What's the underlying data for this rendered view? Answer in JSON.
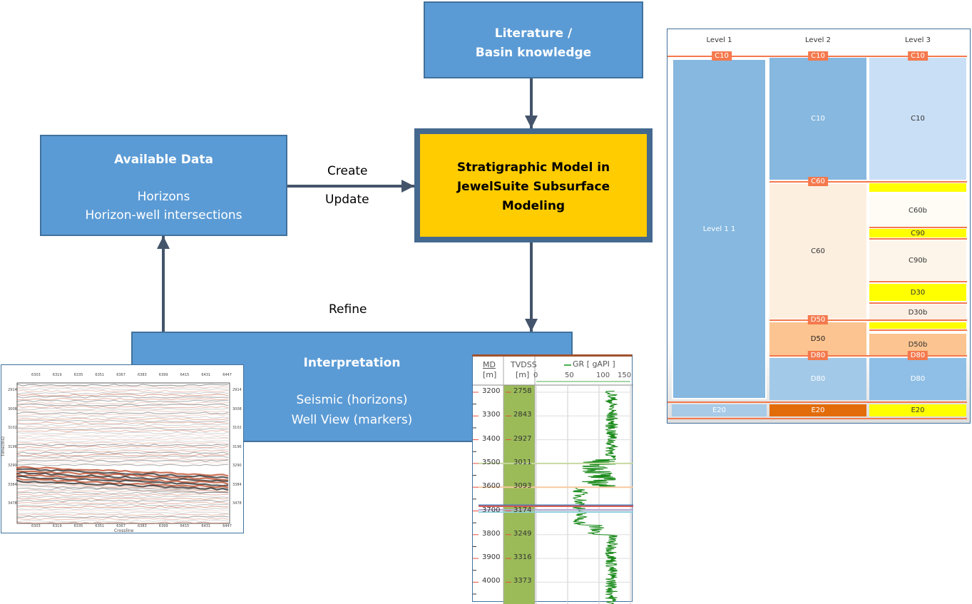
{
  "literature": {
    "line1": "Literature /",
    "line2": "Basin knowledge"
  },
  "available": {
    "title": "Available Data",
    "items": [
      "Horizons",
      "Horizon-well intersections"
    ]
  },
  "model": {
    "line1": "Stratigraphic Model in",
    "line2": "JewelSuite Subsurface",
    "line3": "Modeling"
  },
  "interpretation": {
    "title": "Interpretation",
    "items": [
      "Seismic (horizons)",
      "Well View (markers)"
    ]
  },
  "edges": {
    "create": "Create",
    "update": "Update",
    "refine": "Refine"
  },
  "colors": {
    "box": "#5b9bd5",
    "box_border": "#41719c",
    "model_fill": "#ffcc00",
    "model_border": "#44698f",
    "arrow": "#44546a"
  },
  "seismic": {
    "crosslines": [
      "6303",
      "6319",
      "6335",
      "6351",
      "6367",
      "6383",
      "6399",
      "6415",
      "6431",
      "6447"
    ],
    "times": [
      "2914",
      "3008",
      "3102",
      "3196",
      "3290",
      "3384",
      "3478"
    ],
    "xlabel": "Crossline",
    "ylabel": "Time(ms)"
  },
  "well": {
    "md_header": "MD",
    "md_unit": "[m]",
    "tvd_header": "TVDSS",
    "tvd_unit": "[m]",
    "gr_header": "GR [ gAPI ]",
    "gr_ticks": [
      "0",
      "50",
      "100",
      "150"
    ],
    "md": [
      "3200",
      "3300",
      "3400",
      "3500",
      "3600",
      "3700",
      "3800",
      "3900",
      "4000"
    ],
    "tvdss": [
      "2758",
      "2843",
      "2927",
      "3011",
      "3093",
      "3174",
      "3249",
      "3316",
      "3373"
    ]
  },
  "strat": {
    "levels": [
      "Level 1",
      "Level 2",
      "Level 3"
    ],
    "level1": {
      "unit": "Level 1 1",
      "base": "E20"
    },
    "level2": [
      "C10",
      "C60",
      "D50",
      "D80",
      "E20"
    ],
    "level3": [
      "C10",
      "C60b",
      "C90",
      "C90b",
      "D30",
      "D30b",
      "D50b",
      "D80",
      "E20"
    ],
    "horizon_tags": {
      "c10": "C10",
      "c60": "C60",
      "d50": "D50",
      "d80": "D80"
    }
  }
}
